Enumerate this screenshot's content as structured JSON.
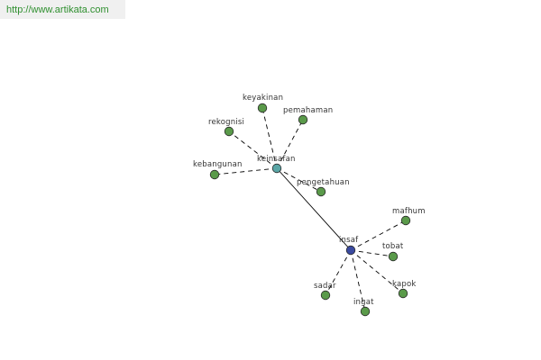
{
  "source": {
    "url": "http://www.artikata.com"
  },
  "colors": {
    "leaf_node": "#5a9a4a",
    "hub_kesadaran": "#5aa6a6",
    "hub_insaf": "#3a4aa0",
    "edge": "#000000",
    "url_text": "#2f8f2f"
  },
  "graph": {
    "hubs": [
      {
        "id": "keinsafan",
        "label": "keinsafan"
      },
      {
        "id": "insaf",
        "label": "insaf"
      }
    ],
    "leaves": [
      {
        "id": "keyakinan",
        "label": "keyakinan",
        "hub": "keinsafan"
      },
      {
        "id": "pemahaman",
        "label": "pemahaman",
        "hub": "keinsafan"
      },
      {
        "id": "rekognisi",
        "label": "rekognisi",
        "hub": "keinsafan"
      },
      {
        "id": "kebangunan",
        "label": "kebangunan",
        "hub": "keinsafan"
      },
      {
        "id": "pengetahuan",
        "label": "pengetahuan",
        "hub": "keinsafan"
      },
      {
        "id": "mafhum",
        "label": "mafhum",
        "hub": "insaf"
      },
      {
        "id": "tobat",
        "label": "tobat",
        "hub": "insaf"
      },
      {
        "id": "kapok",
        "label": "kapok",
        "hub": "insaf"
      },
      {
        "id": "sadar",
        "label": "sadar",
        "hub": "insaf"
      },
      {
        "id": "ingat",
        "label": "ingat",
        "hub": "insaf"
      }
    ],
    "link": {
      "from": "keinsafan",
      "to": "insaf",
      "style": "solid"
    }
  }
}
